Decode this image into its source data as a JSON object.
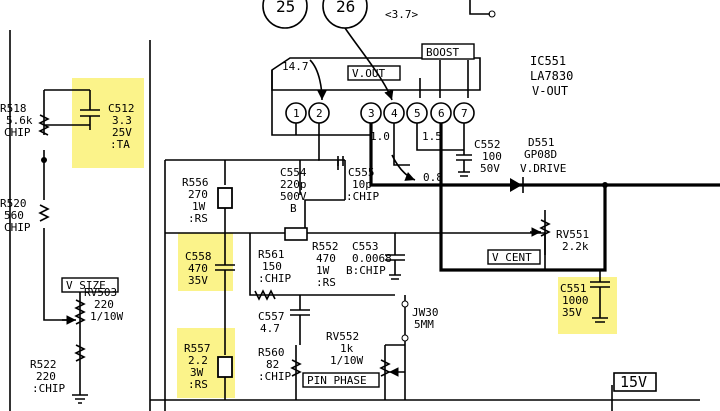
{
  "colors": {
    "highlight": "#fbf38a",
    "ink": "#000000",
    "paper": "#ffffff"
  },
  "top_refs": [
    {
      "id": "ref-25",
      "label": "25"
    },
    {
      "id": "ref-26",
      "label": "26"
    },
    {
      "id": "ref-note",
      "label": "<3.7>"
    }
  ],
  "ic": {
    "ref": "IC551",
    "part": "LA7830",
    "function": "V-OUT",
    "boost_label": "BOOST",
    "vout_label": "V.OUT",
    "pin_labels": [
      "1",
      "2",
      "3",
      "4",
      "5",
      "6",
      "7"
    ]
  },
  "voltages": {
    "pin2": "14.7",
    "pin3": "1.0",
    "pin6": "1.5",
    "cathode": "0.8"
  },
  "components": {
    "r518": {
      "ref": "R518",
      "value": "5.6k",
      "spec": "CHIP"
    },
    "c512": {
      "ref": "C512",
      "value": "3.3",
      "voltage": "25V",
      "spec": ":TA"
    },
    "r520": {
      "ref": "R520",
      "value": "560",
      "spec": "CHIP"
    },
    "rv503": {
      "ref": "RV503",
      "value": "220",
      "spec": "1/10W"
    },
    "r522": {
      "ref": "R522",
      "value": "220",
      "spec": ":CHIP"
    },
    "r556": {
      "ref": "R556",
      "value": "270",
      "power": "1W",
      "spec": ":RS"
    },
    "c554": {
      "ref": "C554",
      "value": "220p",
      "voltage": "500V",
      "spec": "B"
    },
    "c555": {
      "ref": "C555",
      "value": "10p",
      "spec": ":CHIP"
    },
    "c552": {
      "ref": "C552",
      "value": "100",
      "voltage": "50V"
    },
    "d551": {
      "ref": "D551",
      "part": "GP08D",
      "label": "V.DRIVE"
    },
    "c558": {
      "ref": "C558",
      "value": "470",
      "voltage": "35V"
    },
    "r561": {
      "ref": "R561",
      "value": "150",
      "spec": ":CHIP"
    },
    "r552": {
      "ref": "R552",
      "value": "470",
      "power": "1W",
      "spec": ":RS"
    },
    "c553": {
      "ref": "C553",
      "value": "0.0068",
      "spec": "B:CHIP"
    },
    "rv551": {
      "ref": "RV551",
      "value": "2.2k"
    },
    "c551": {
      "ref": "C551",
      "value": "1000",
      "voltage": "35V"
    },
    "c557": {
      "ref": "C557",
      "value": "4.7"
    },
    "jw30": {
      "ref": "JW30",
      "value": "5MM"
    },
    "rv552": {
      "ref": "RV552",
      "value": "1k",
      "spec": "1/10W"
    },
    "r560": {
      "ref": "R560",
      "value": "82",
      "spec": ":CHIP"
    },
    "r557": {
      "ref": "R557",
      "value": "2.2",
      "power": "3W",
      "spec": ":RS"
    }
  },
  "signal_labels": {
    "v_size": "V SIZE",
    "v_cent": "V CENT",
    "pin_phase": "PIN PHASE",
    "supply": "15V"
  }
}
